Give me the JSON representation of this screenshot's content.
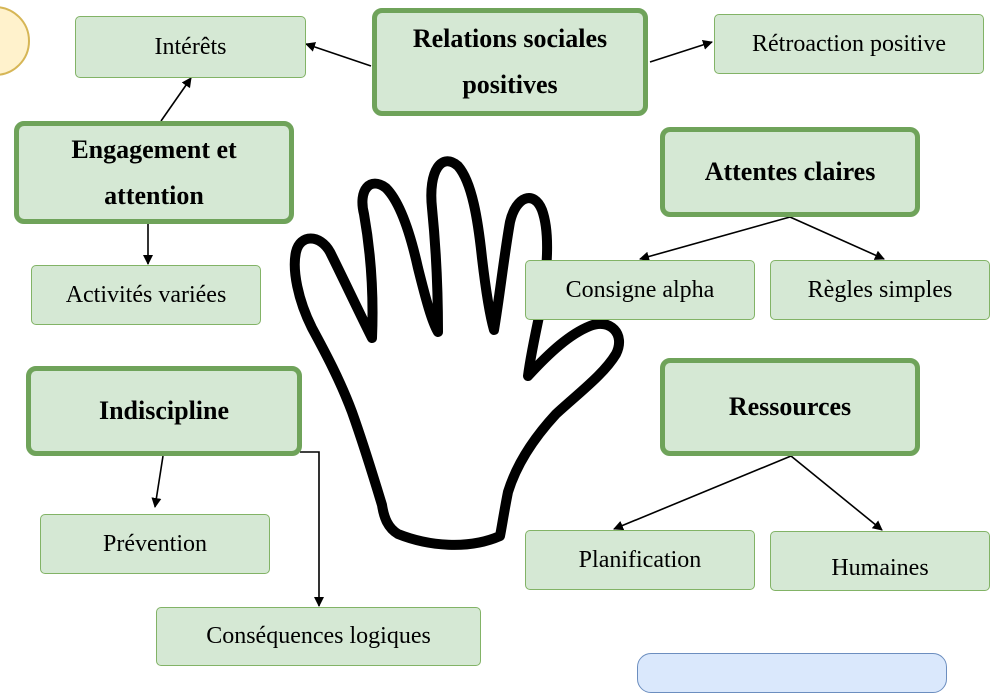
{
  "central_nodes": {
    "relations": "Relations sociales positives",
    "engagement": "Engagement  et attention",
    "attentes": "Attentes claires",
    "indiscipline": "Indiscipline",
    "ressources": "Ressources"
  },
  "leaf_nodes": {
    "interets": "Intérêts",
    "retroaction": "Rétroaction positive",
    "activites": "Activités variées",
    "consigne": "Consigne alpha",
    "regles": "Règles simples",
    "prevention": "Prévention",
    "consequences": "Conséquences logiques",
    "planification": "Planification",
    "humaines": "Humaines"
  },
  "colors": {
    "node_fill": "#d5e8d4",
    "node_border": "#82b366",
    "thick_border": "#6fa35a",
    "badge_fill": "#fff2cc",
    "blue_box_fill": "#dae8fc"
  },
  "icons": [
    "hand-icon"
  ]
}
